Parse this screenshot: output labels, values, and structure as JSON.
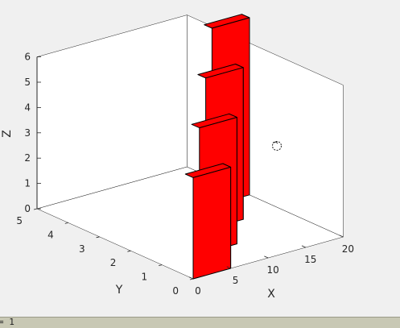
{
  "chart_data": {
    "type": "bar3",
    "xlabel": "X",
    "ylabel": "Y",
    "zlabel": "Z",
    "x_ticks": [
      "0",
      "5",
      "10",
      "15",
      "20"
    ],
    "y_ticks": [
      "0",
      "1",
      "2",
      "3",
      "4",
      "5"
    ],
    "z_ticks": [
      "0",
      "1",
      "2",
      "3",
      "4",
      "5",
      "6"
    ],
    "xlim": [
      0,
      20
    ],
    "ylim": [
      0,
      5
    ],
    "zlim": [
      0,
      6
    ],
    "bar_color": "#ff0000",
    "edge_color": "#000000",
    "box_color": "#ffffff",
    "series": [
      {
        "x_range": [
          0,
          5
        ],
        "y": 0,
        "height": 4
      },
      {
        "x_range": [
          5,
          10
        ],
        "y": 1,
        "height": 5
      },
      {
        "x_range": [
          10,
          15
        ],
        "y": 2,
        "height": 6
      },
      {
        "x_range": [
          15,
          20
        ],
        "y": 3,
        "height": 7
      }
    ]
  },
  "cursor_icon": "wait-cursor-icon",
  "status": {
    "text": "= 1"
  }
}
